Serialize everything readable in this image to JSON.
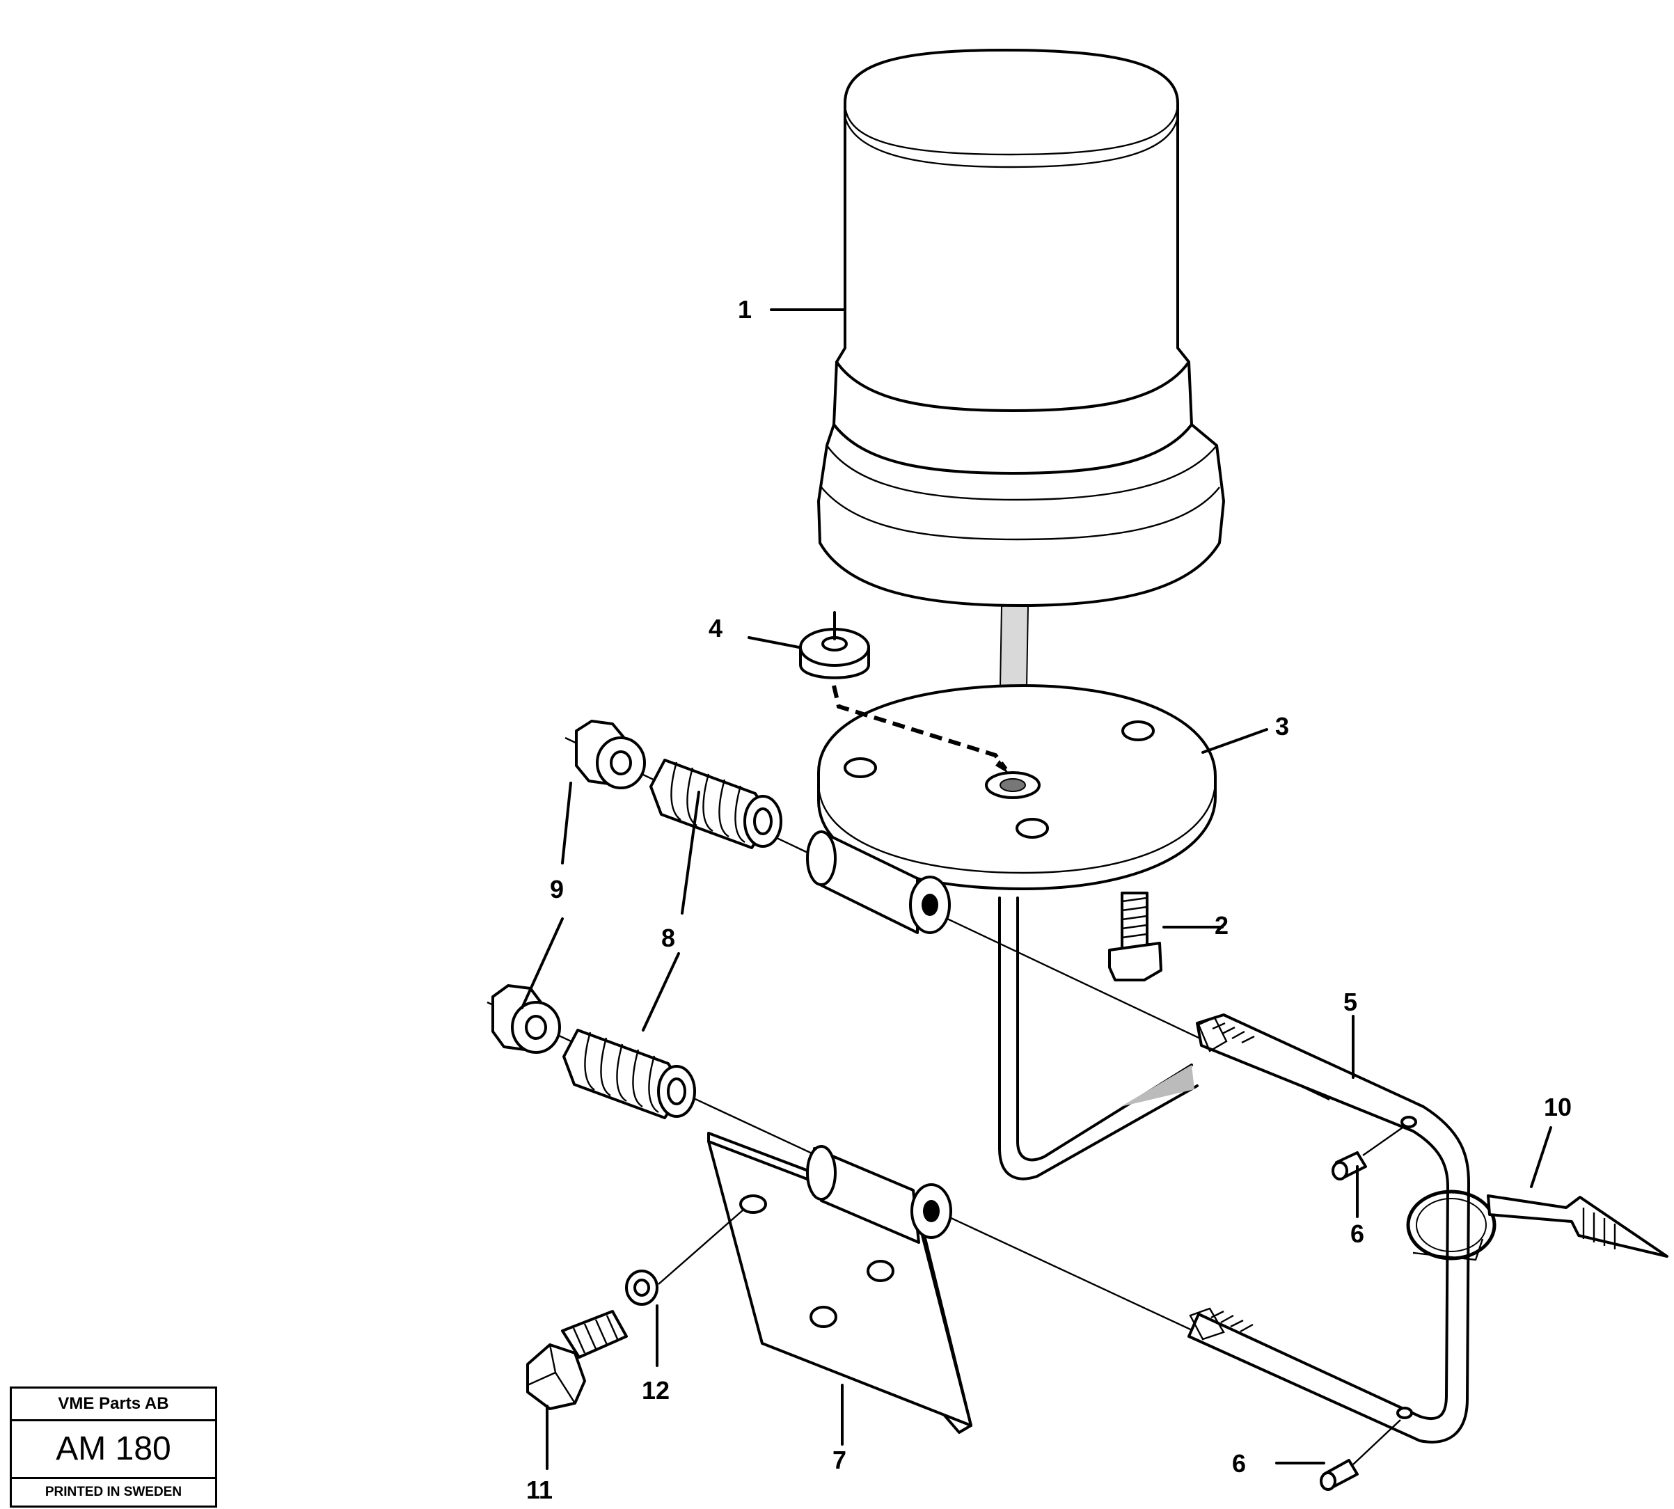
{
  "callouts": {
    "c1": "1",
    "c2": "2",
    "c3": "3",
    "c4": "4",
    "c5": "5",
    "c6a": "6",
    "c6b": "6",
    "c7": "7",
    "c8": "8",
    "c9": "9",
    "c10": "10",
    "c11": "11",
    "c12": "12"
  },
  "title_block": {
    "company": "VME Parts AB",
    "code": "AM 180",
    "printed": "PRINTED IN SWEDEN"
  }
}
